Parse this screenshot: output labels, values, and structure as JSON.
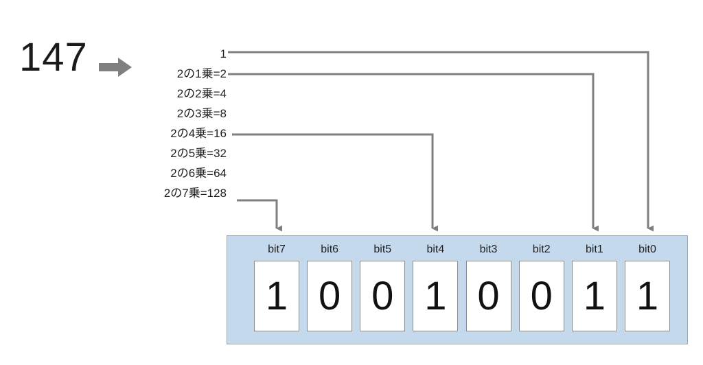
{
  "source": {
    "decimal_value": "147",
    "arrow_icon": "right-block-arrow-icon"
  },
  "powers": [
    {
      "label": "1"
    },
    {
      "label": "2の1乗=2"
    },
    {
      "label": "2の2乗=4"
    },
    {
      "label": "2の3乗=8"
    },
    {
      "label": "2の4乗=16"
    },
    {
      "label": "2の5乗=32"
    },
    {
      "label": "2の6乗=64"
    },
    {
      "label": "2の7乗=128"
    }
  ],
  "byte": {
    "bits": [
      {
        "label": "bit7",
        "value": "1"
      },
      {
        "label": "bit6",
        "value": "0"
      },
      {
        "label": "bit5",
        "value": "0"
      },
      {
        "label": "bit4",
        "value": "1"
      },
      {
        "label": "bit3",
        "value": "0"
      },
      {
        "label": "bit2",
        "value": "0"
      },
      {
        "label": "bit1",
        "value": "1"
      },
      {
        "label": "bit0",
        "value": "1"
      }
    ]
  },
  "colors": {
    "byte_background": "#c5d9ed",
    "byte_border": "#9aa6b2",
    "cell_border": "#8c8c8c",
    "connector": "#7f7f7f",
    "arrow_fill": "#808080",
    "text": "#1f1f1f"
  },
  "connectors": [
    {
      "from": "1",
      "to": "bit0"
    },
    {
      "from": "2の1乗=2",
      "to": "bit1"
    },
    {
      "from": "2の4乗=16",
      "to": "bit4"
    },
    {
      "from": "2の7乗=128",
      "to": "bit7"
    }
  ]
}
